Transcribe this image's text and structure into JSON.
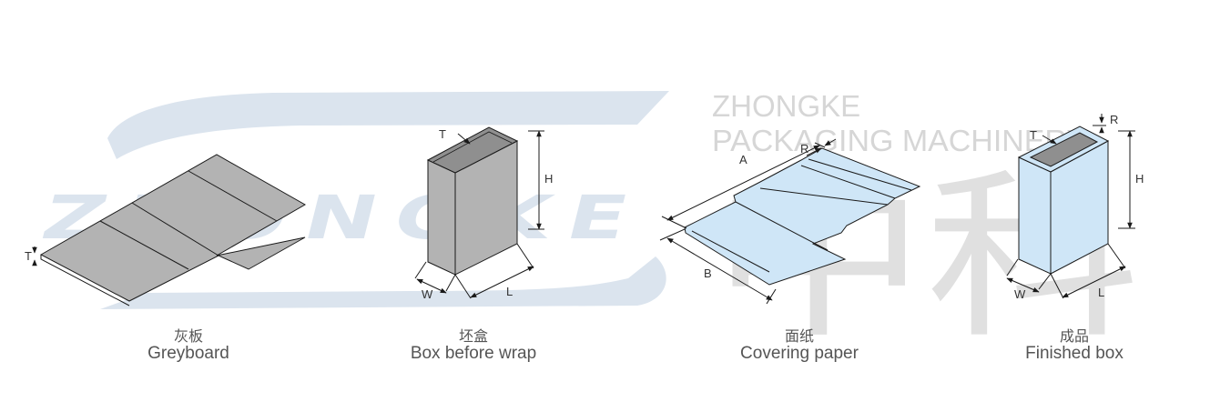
{
  "watermark": {
    "logo_text": "ZHONGKE",
    "brand_line1": "ZHONGKE",
    "brand_line2": "PACKAGING MACHINERY",
    "brand_cn": "中科",
    "logo_color": "#dbe4ee",
    "text_color": "#d6d6d6"
  },
  "colors": {
    "greyboard_fill": "#b3b3b3",
    "covering_fill": "#cfe6f7",
    "line": "#1a1a1a"
  },
  "stages": [
    {
      "name_cn": "灰板",
      "name_en": "Greyboard",
      "dimension_labels": {
        "thickness": "T"
      }
    },
    {
      "name_cn": "坯盒",
      "name_en": "Box before wrap",
      "dimension_labels": {
        "thickness": "T",
        "height": "H",
        "width": "W",
        "length": "L"
      }
    },
    {
      "name_cn": "面纸",
      "name_en": "Covering paper",
      "dimension_labels": {
        "length_a": "A",
        "length_b": "B",
        "turn_in": "R"
      }
    },
    {
      "name_cn": "成品",
      "name_en": "Finished box",
      "dimension_labels": {
        "turn_in": "R",
        "thickness": "T",
        "height": "H",
        "width": "W",
        "length": "L"
      }
    }
  ]
}
